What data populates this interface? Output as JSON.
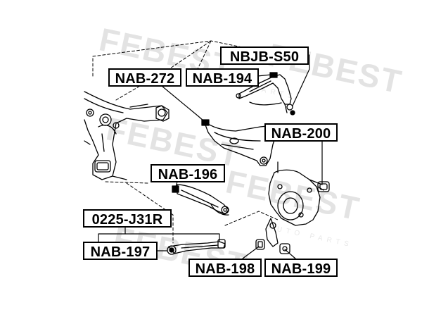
{
  "watermark": {
    "brand": "FEBEST",
    "sub": "AUTO PARTS"
  },
  "colors": {
    "line": "#000000",
    "part": "#000000",
    "watermark": "#e3e3e3",
    "background": "#ffffff"
  },
  "labels": {
    "nbjb_s50": "NBJB-S50",
    "nab_272": "NAB-272",
    "nab_194": "NAB-194",
    "nab_200": "NAB-200",
    "nab_196": "NAB-196",
    "j31r": "0225-J31R",
    "nab_197": "NAB-197",
    "nab_198": "NAB-198",
    "nab_199": "NAB-199"
  }
}
